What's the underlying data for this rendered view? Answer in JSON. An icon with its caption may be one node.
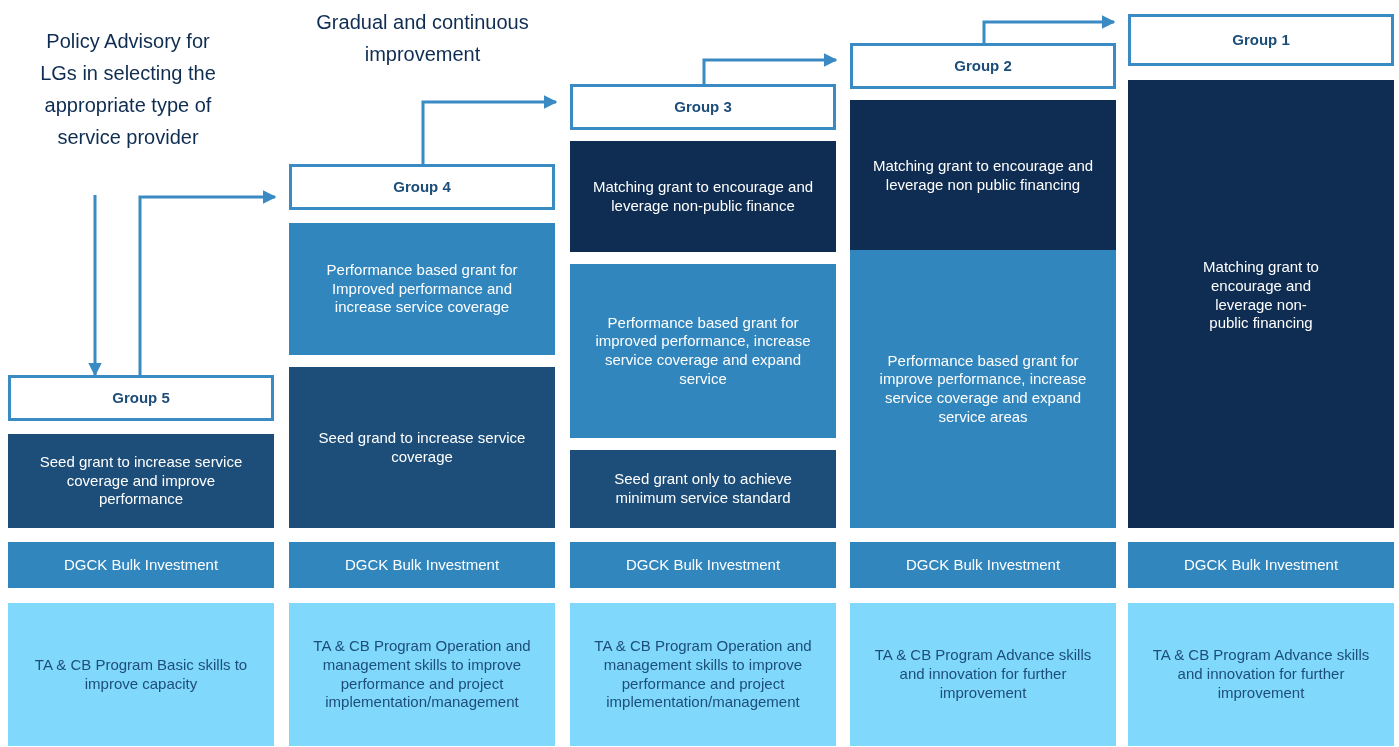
{
  "diagram": {
    "nodes": [
      {
        "text": [
          "Policy Advisory for LGs in selecting the appropriate type of service provider"
        ]
      },
      {
        "text": [
          "Group 5"
        ]
      },
      {
        "text": [
          "Seed grant to increase service coverage and improve performance"
        ]
      },
      {
        "text": [
          "DGCK Bulk Investment"
        ]
      },
      {
        "text": [
          "TA & CB Program Basic skills to improve capacity"
        ]
      },
      {
        "text": [
          "Group 4"
        ]
      },
      {
        "text": [
          "Performance based grant for Improved performance and increase service coverage"
        ]
      },
      {
        "text": [
          "Seed grand to increase service coverage"
        ]
      },
      {
        "text": [
          "DGCK Bulk Investment"
        ]
      },
      {
        "text": [
          "TA & CB Program Operation and management skills to improve performance and project implementation/management"
        ]
      },
      {
        "text": [
          "Group 3"
        ]
      },
      {
        "text": [
          "Matching grant to encourage and leverage non-public finance"
        ]
      },
      {
        "text": [
          "Performance based grant for improved performance, increase service coverage and expand service"
        ]
      },
      {
        "text": [
          "Seed grant only to achieve minimum service standard"
        ]
      },
      {
        "text": [
          "DGCK Bulk Investment"
        ]
      },
      {
        "text": [
          "TA & CB Program Operation and management skills to improve performance and project implementation/management"
        ]
      },
      {
        "text": [
          "Group 2"
        ]
      },
      {
        "text": [
          "Matching grant to encourage and leverage non public financing"
        ]
      },
      {
        "text": [
          "Performance based grant for improve performance, increase service coverage and expand service areas"
        ]
      },
      {
        "text": [
          "DGCK Bulk Investment"
        ]
      },
      {
        "text": [
          "TA & CB Program Advance skills and innovation for further improvement"
        ]
      },
      {
        "text": [
          "Group 1"
        ]
      },
      {
        "text": [
          "Matching grant to encourage and leverage non-public financing"
        ]
      },
      {
        "text": [
          "DGCK Bulk Investment"
        ]
      },
      {
        "text": [
          "TA & CB Program Advance skills and innovation for further improvement"
        ]
      }
    ],
    "edges": [
      {
        "from": 0,
        "to": 1,
        "arrow": "to"
      },
      {
        "from": 1,
        "to": 5,
        "arrow": "to"
      },
      {
        "from": 5,
        "to": 10,
        "arrow": "to"
      },
      {
        "from": 10,
        "to": 16,
        "arrow": "to"
      },
      {
        "from": 16,
        "to": 21,
        "arrow": "to"
      }
    ],
    "labels": [
      "Gradual and continuous improvement"
    ]
  }
}
